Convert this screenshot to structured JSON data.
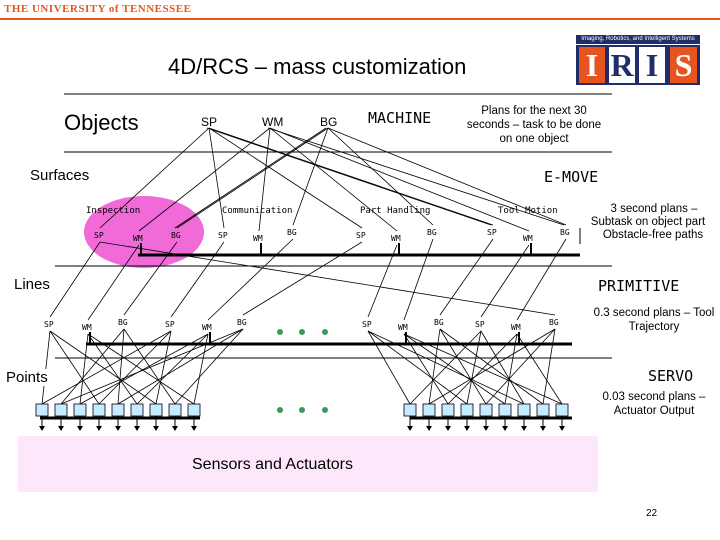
{
  "header": {
    "university_logo_text": "THE UNIVERSITY of TENNESSEE",
    "iris_caption": "Imaging, Robotics, and Intelligent Systems",
    "iris_letters": [
      "I",
      "R",
      "I",
      "S"
    ]
  },
  "title": "4D/RCS – mass customization",
  "levels": {
    "objects": "Objects",
    "surfaces": "Surfaces",
    "lines": "Lines",
    "points": "Points"
  },
  "layer_names": {
    "machine": "MACHINE",
    "emove": "E-MOVE",
    "primitive": "PRIMITIVE",
    "servo": "SERVO"
  },
  "notes": {
    "machine": "Plans for the next 30 seconds – task to be done on one object",
    "emove_line1": "3 second plans –",
    "emove_line2": "Subtask on object part",
    "emove_line3": "Obstacle-free paths",
    "primitive": "0.3 second plans – Tool Trajectory",
    "servo": "0.03 second plans – Actuator Output"
  },
  "modules": {
    "sp": "SP",
    "wm": "WM",
    "bg": "BG"
  },
  "subtasks": [
    "Inspection",
    "Communication",
    "Part Handling",
    "Tool Motion"
  ],
  "sensors_label": "Sensors and Actuators",
  "page_number": "22",
  "colors": {
    "brand_orange": "#e8541e",
    "iris_navy": "#1f2d6b",
    "highlight_pink": "#f06ad8",
    "sensor_band": "#fde8fb",
    "node_fill": "#c6ebff",
    "dot_green": "#3a9a5a"
  }
}
